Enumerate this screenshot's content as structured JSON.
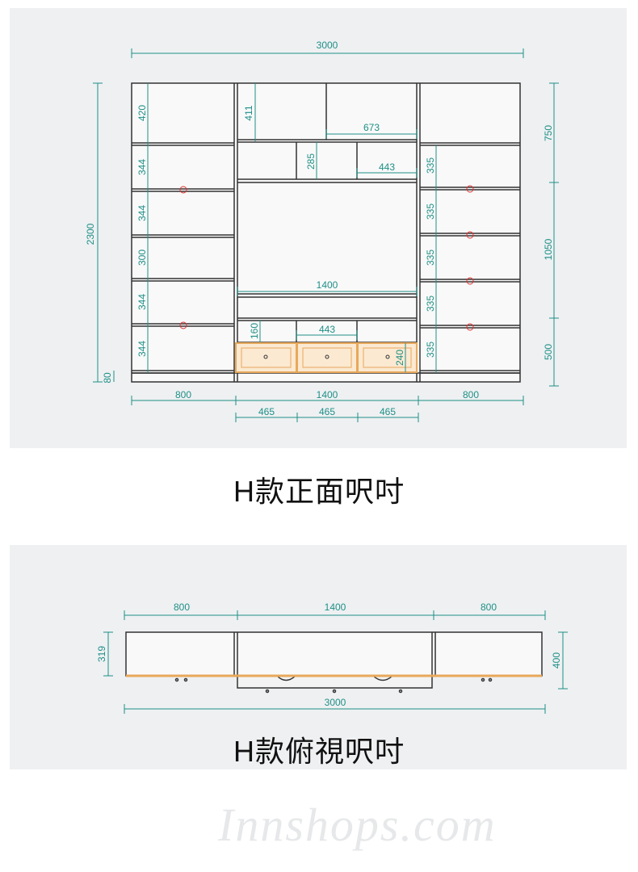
{
  "captions": {
    "front": "H款正面呎吋",
    "top": "H款俯視呎吋"
  },
  "watermark": "Innshops.com",
  "colors": {
    "dimension": "#1f8f86",
    "outline": "#333333",
    "drawer": "#e8a85a",
    "handle_marker": "#e03030",
    "panel_bg": "#eef0f2"
  },
  "front_view": {
    "overall_width": "3000",
    "overall_height": "2300",
    "base_height": "80",
    "section_widths": [
      "800",
      "1400",
      "800"
    ],
    "drawer_widths": [
      "465",
      "465",
      "465"
    ],
    "left_shelf_heights": [
      "420",
      "344",
      "344",
      "300",
      "344",
      "344"
    ],
    "center": {
      "top_box_height": "411",
      "top_right_width": "673",
      "niche_height": "285",
      "niche_width": "443",
      "tv_opening_width": "1400",
      "lower_niche_height": "160",
      "lower_niche_width": "443",
      "drawer_height": "240"
    },
    "right_shelf_heights": [
      "335",
      "335",
      "335",
      "335",
      "335"
    ],
    "right_zone_heights": [
      "750",
      "1050",
      "500"
    ]
  },
  "top_view": {
    "section_widths": [
      "800",
      "1400",
      "800"
    ],
    "overall_width": "3000",
    "left_depth": "319",
    "right_depth": "400"
  }
}
